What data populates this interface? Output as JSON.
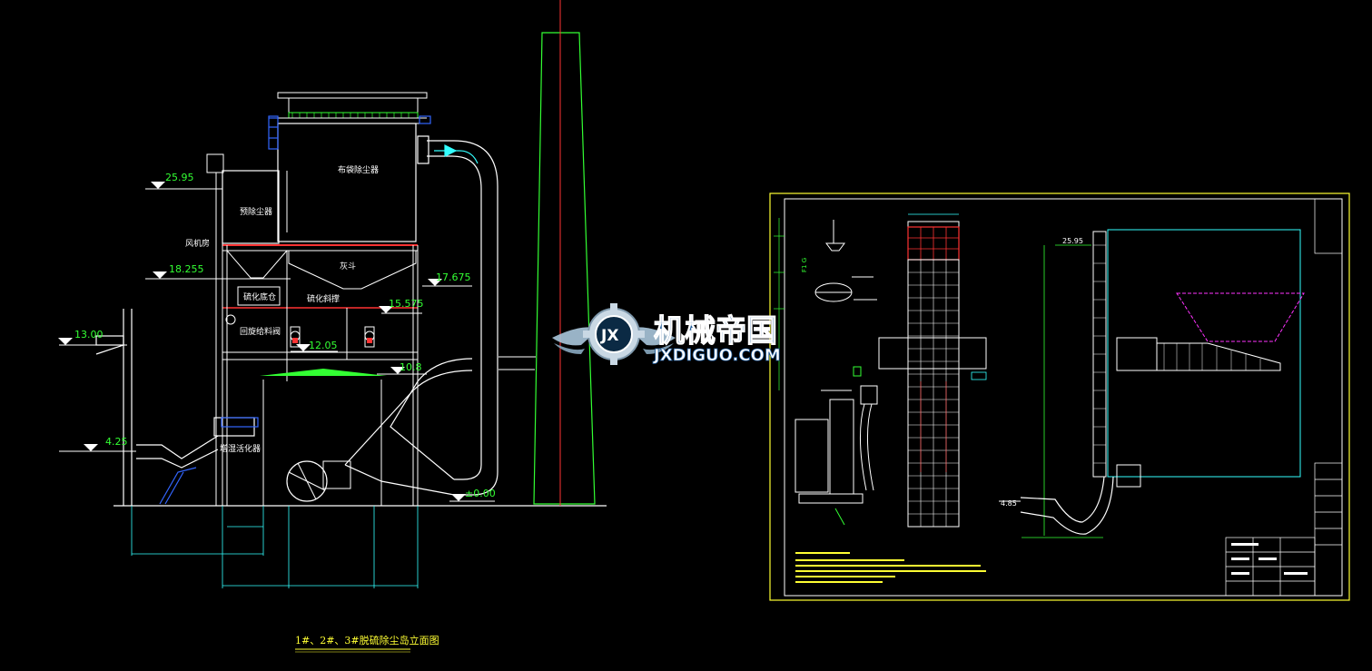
{
  "drawing": {
    "title": "1#、2#、3#脱硫除尘岛立面图",
    "colors": {
      "background": "#000000",
      "green": "#33ff33",
      "white": "#ffffff",
      "yellow": "#ffff33",
      "cyan": "#33ffff",
      "red": "#ff3333",
      "magenta": "#ff33ff",
      "blue": "#3366ff"
    },
    "elevations": {
      "e1": "25.95",
      "e2": "18.255",
      "e3": "17.675",
      "e4": "15.575",
      "e5": "13.00",
      "e6": "12.05",
      "e7": "10.8",
      "e8": "4.25",
      "e9": "±0.00",
      "e10": "25.95",
      "e11": "4.85"
    },
    "equipment_labels": {
      "bag_filter": "布袋除尘器",
      "pre_filter": "预除尘器",
      "ash_hopper": "灰斗",
      "fan_room": "风机房",
      "desulf_silo": "硫化底仓",
      "desulf_screw": "硫化斜撑",
      "rotary_valve": "回旋给料阀",
      "humidifier": "增湿活化器"
    }
  },
  "watermark": {
    "brand_cn": "机械帝国",
    "brand_en": "JXDIGUO.COM",
    "emblem_text": "JX",
    "icon": "gear-wings-icon"
  }
}
